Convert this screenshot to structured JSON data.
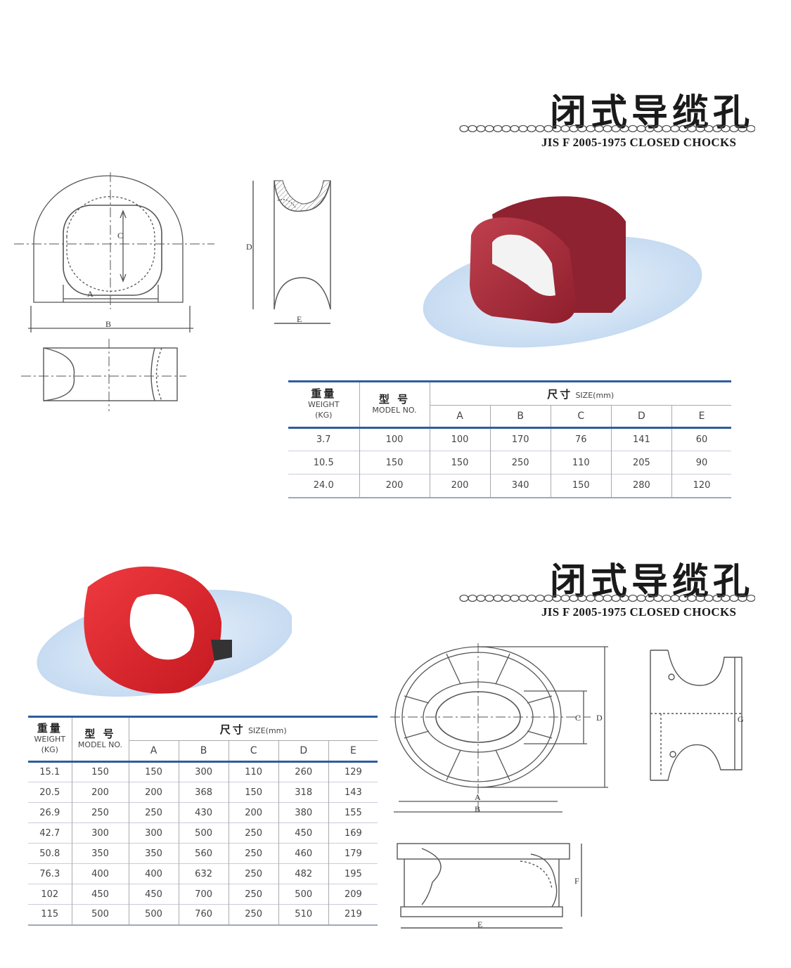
{
  "section1": {
    "title_cn": "闭式导缆孔",
    "title_en": "JIS F 2005-1975 CLOSED CHOCKS",
    "dim_labels": {
      "A": "A",
      "B": "B",
      "C": "C",
      "D": "D",
      "E": "E"
    },
    "table": {
      "weight_cn": "重量",
      "weight_en": "WEIGHT",
      "weight_unit": "(KG)",
      "model_cn": "型 号",
      "model_en": "MODEL NO.",
      "size_cn": "尺寸",
      "size_en": "SIZE(mm)",
      "cols": [
        "A",
        "B",
        "C",
        "D",
        "E"
      ],
      "rows": [
        [
          "3.7",
          "100",
          "100",
          "170",
          "76",
          "141",
          "60"
        ],
        [
          "10.5",
          "150",
          "150",
          "250",
          "110",
          "205",
          "90"
        ],
        [
          "24.0",
          "200",
          "200",
          "340",
          "150",
          "280",
          "120"
        ]
      ]
    }
  },
  "section2": {
    "title_cn": "闭式导缆孔",
    "title_en": "JIS F 2005-1975 CLOSED CHOCKS",
    "dim_labels": {
      "A": "A",
      "B": "B",
      "C": "C",
      "D": "D",
      "E": "E",
      "F": "F",
      "G": "G"
    },
    "table": {
      "weight_cn": "重量",
      "weight_en": "WEIGHT",
      "weight_unit": "(KG)",
      "model_cn": "型 号",
      "model_en": "MODEL NO.",
      "size_cn": "尺寸",
      "size_en": "SIZE(mm)",
      "cols": [
        "A",
        "B",
        "C",
        "D",
        "E"
      ],
      "rows": [
        [
          "15.1",
          "150",
          "150",
          "300",
          "110",
          "260",
          "129"
        ],
        [
          "20.5",
          "200",
          "200",
          "368",
          "150",
          "318",
          "143"
        ],
        [
          "26.9",
          "250",
          "250",
          "430",
          "200",
          "380",
          "155"
        ],
        [
          "42.7",
          "300",
          "300",
          "500",
          "250",
          "450",
          "169"
        ],
        [
          "50.8",
          "350",
          "350",
          "560",
          "250",
          "460",
          "179"
        ],
        [
          "76.3",
          "400",
          "400",
          "632",
          "250",
          "482",
          "195"
        ],
        [
          "102",
          "450",
          "450",
          "700",
          "250",
          "500",
          "209"
        ],
        [
          "115",
          "500",
          "500",
          "760",
          "250",
          "510",
          "219"
        ]
      ]
    }
  },
  "colors": {
    "table_rule": "#2f5d9e",
    "chock_red_1": "#b52a3a",
    "chock_red_2": "#e0242c",
    "ellipse_blue": "#cfe0f3"
  }
}
